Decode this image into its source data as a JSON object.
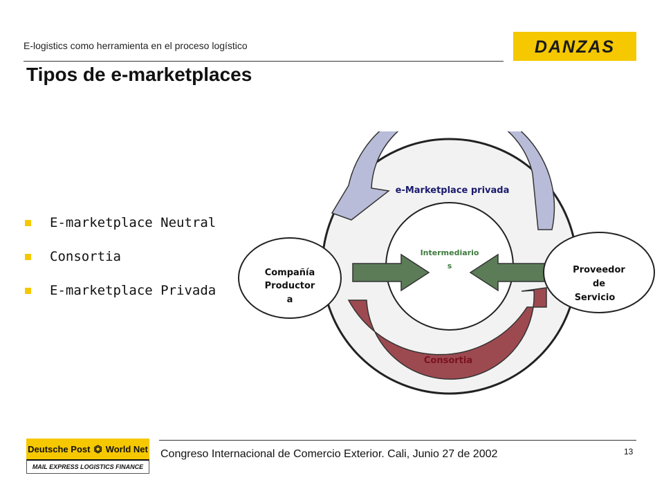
{
  "header": {
    "caption": "E-logistics como herramienta en el proceso logístico",
    "logo_text": "DANZAS"
  },
  "title": "Tipos de e-marketplaces",
  "bullets": [
    {
      "text": "E-marketplace Neutral"
    },
    {
      "text": "Consortia"
    },
    {
      "text": "E-marketplace Privada"
    }
  ],
  "diagram": {
    "private_label": "e-Marketplace privada",
    "consortia_label": "Consortia",
    "intermediaries_line1": "Intermediario",
    "intermediaries_line2": "s",
    "producer_line1": "Compañía",
    "producer_line2": "Productor",
    "producer_line3": "a",
    "provider_line1": "Proveedor",
    "provider_line2": "de",
    "provider_line3": "Servicio",
    "colors": {
      "private_arrow": "#b8bcd8",
      "consortia_arrow": "#9c4a50",
      "green_arrow": "#5b7c57",
      "private_text": "#1b1b6e",
      "consortia_text": "#7a1020",
      "intermediaries_text": "#3e7a3e"
    }
  },
  "footer": {
    "text": "Congreso Internacional de Comercio Exterior. Cali, Junio 27 de 2002",
    "page_number": "13",
    "logo_left": "Deutsche Post",
    "logo_right": "World Net",
    "logo_horn": "⏣",
    "logo_tagline": "MAIL EXPRESS LOGISTICS FINANCE"
  },
  "brand_colors": {
    "yellow": "#f5c800"
  }
}
